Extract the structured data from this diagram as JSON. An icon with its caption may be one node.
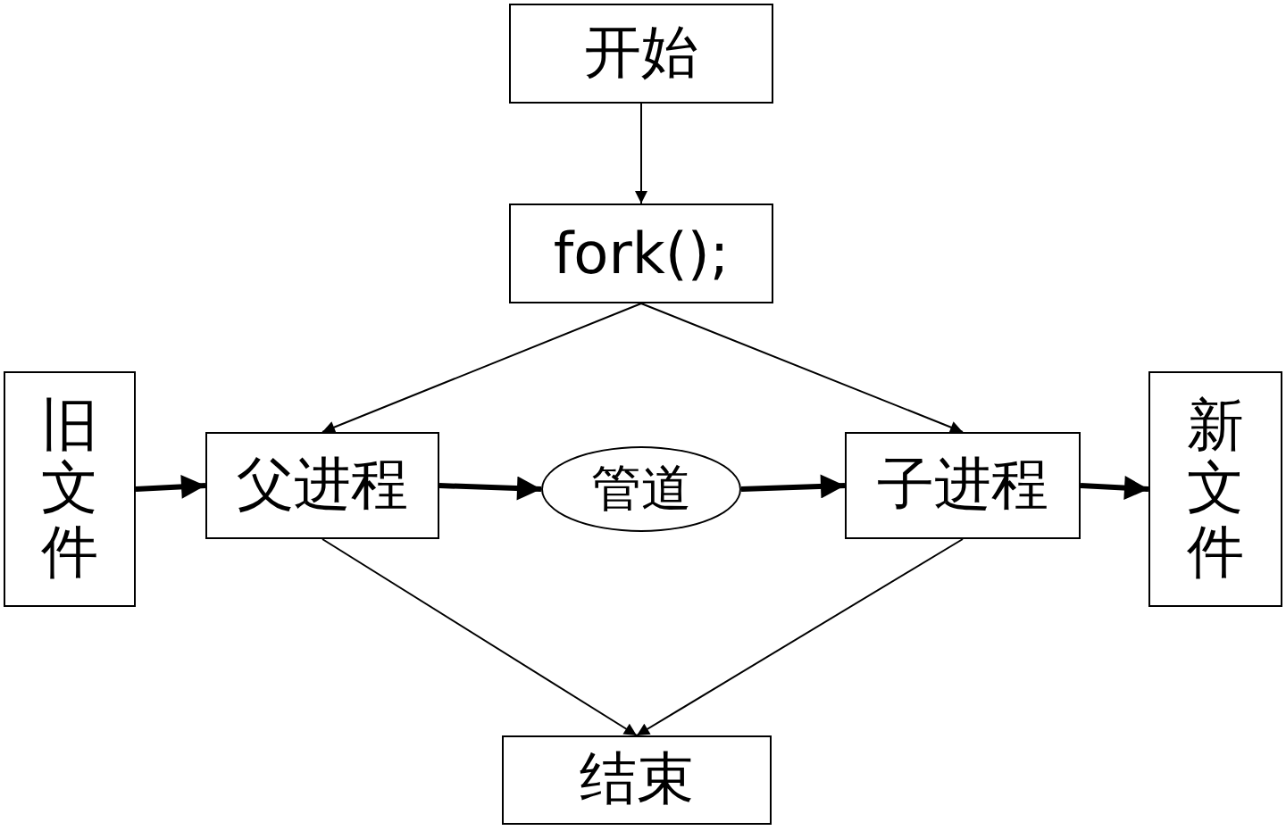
{
  "diagram": {
    "nodes": [
      {
        "text": [
          "开始"
        ]
      },
      {
        "text": [
          "fork();"
        ]
      },
      {
        "text": [
          "旧文件"
        ]
      },
      {
        "text": [
          "父进程"
        ]
      },
      {
        "text": [
          "管道"
        ]
      },
      {
        "text": [
          "子进程"
        ]
      },
      {
        "text": [
          "新文件"
        ]
      },
      {
        "text": [
          "结束"
        ]
      }
    ],
    "edges": [
      {
        "from": 0,
        "to": 1,
        "arrow": "to"
      },
      {
        "from": 1,
        "to": 3,
        "arrow": "to"
      },
      {
        "from": 1,
        "to": 5,
        "arrow": "to"
      },
      {
        "from": 2,
        "to": 3,
        "arrow": "to",
        "style": "thick"
      },
      {
        "from": 3,
        "to": 4,
        "arrow": "to",
        "style": "thick"
      },
      {
        "from": 4,
        "to": 5,
        "arrow": "to",
        "style": "thick"
      },
      {
        "from": 5,
        "to": 6,
        "arrow": "to",
        "style": "thick"
      },
      {
        "from": 3,
        "to": 7,
        "arrow": "to"
      },
      {
        "from": 5,
        "to": 7,
        "arrow": "to"
      }
    ]
  }
}
